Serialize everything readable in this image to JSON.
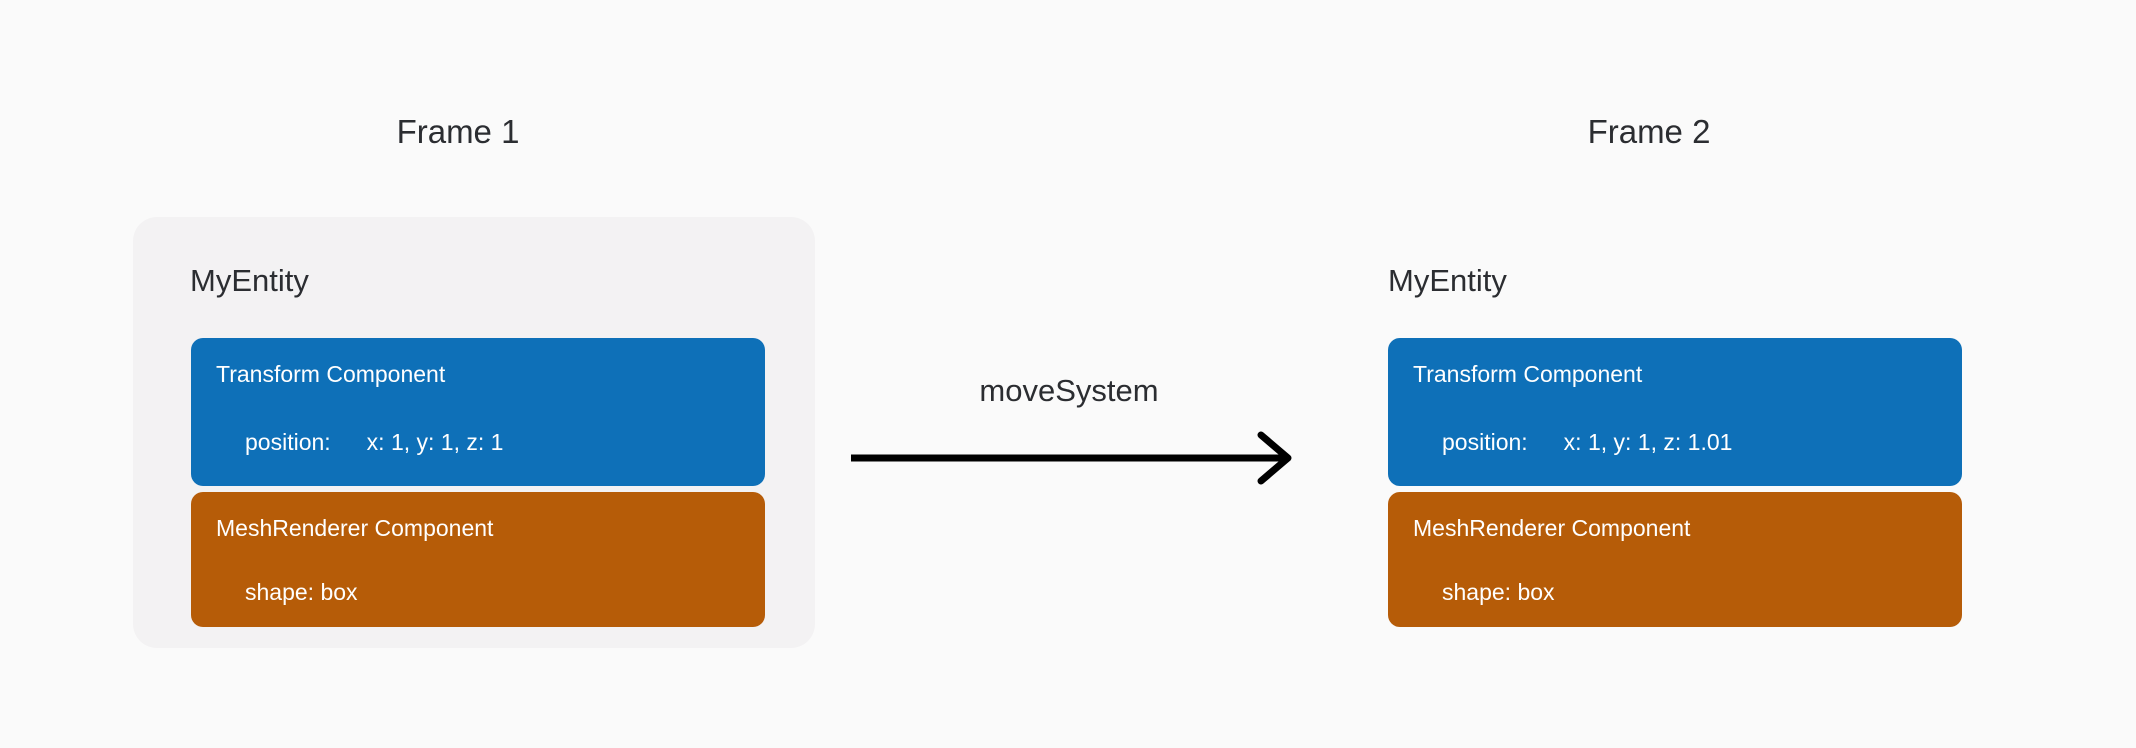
{
  "page": {
    "background": "#fafafa"
  },
  "colors": {
    "transform_component": "#0e70b8",
    "mesh_renderer_component": "#b65c08",
    "entity_card_bg": "#f3f2f3",
    "heading_text": "#2b2d31",
    "component_text": "#ffffff",
    "arrow": "#000000"
  },
  "arrow": {
    "label": "moveSystem"
  },
  "frames": [
    {
      "title": "Frame 1",
      "entity": {
        "name": "MyEntity",
        "components": [
          {
            "title": "Transform Component",
            "rows": [
              {
                "label": "position:",
                "value": "x: 1, y: 1, z: 1"
              }
            ]
          },
          {
            "title": "MeshRenderer Component",
            "rows": [
              {
                "label": "shape: box",
                "value": ""
              }
            ]
          }
        ]
      }
    },
    {
      "title": "Frame 2",
      "entity": {
        "name": "MyEntity",
        "components": [
          {
            "title": "Transform Component",
            "rows": [
              {
                "label": "position:",
                "value": "x: 1, y: 1, z: 1.01"
              }
            ]
          },
          {
            "title": "MeshRenderer Component",
            "rows": [
              {
                "label": "shape: box",
                "value": ""
              }
            ]
          }
        ]
      }
    }
  ]
}
